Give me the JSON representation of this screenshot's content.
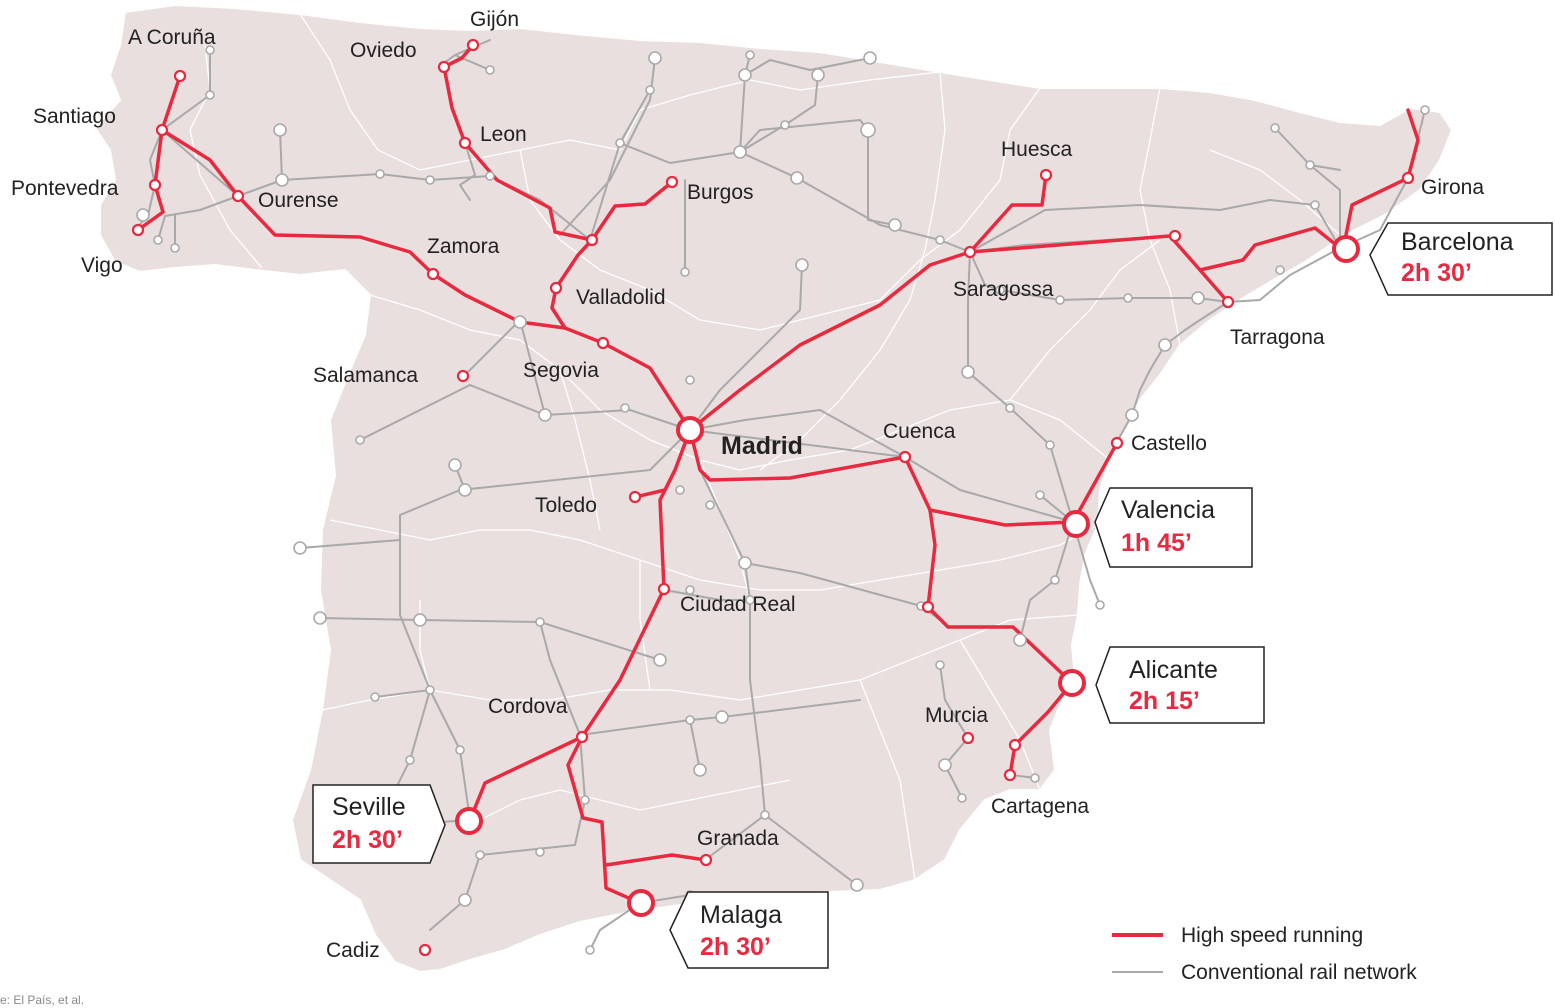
{
  "map": {
    "cities": {
      "a_coruna": "A Coruña",
      "gijon": "Gijón",
      "oviedo": "Oviedo",
      "santiago": "Santiago",
      "leon": "Leon",
      "pontevedra": "Pontevedra",
      "ourense": "Ourense",
      "vigo": "Vigo",
      "burgos": "Burgos",
      "zamora": "Zamora",
      "valladolid": "Valladolid",
      "huesca": "Huesca",
      "girona": "Girona",
      "saragossa": "Saragossa",
      "tarragona": "Tarragona",
      "salamanca": "Salamanca",
      "segovia": "Segovia",
      "madrid": "Madrid",
      "cuenca": "Cuenca",
      "castello": "Castello",
      "toledo": "Toledo",
      "ciudad_real": "Ciudad Real",
      "cordova": "Cordova",
      "murcia": "Murcia",
      "cartagena": "Cartagena",
      "granada": "Granada",
      "cadiz": "Cadiz"
    },
    "callouts": {
      "barcelona": {
        "city": "Barcelona",
        "time": "2h 30’"
      },
      "valencia": {
        "city": "Valencia",
        "time": "1h 45’"
      },
      "alicante": {
        "city": "Alicante",
        "time": "2h 15’"
      },
      "seville": {
        "city": "Seville",
        "time": "2h 30’"
      },
      "malaga": {
        "city": "Malaga",
        "time": "2h 30’"
      }
    },
    "legend": {
      "high_speed": "High speed running",
      "conventional": "Conventional rail network"
    },
    "source": "e: El País, et al."
  },
  "colors": {
    "land": "#e8dfde",
    "high_speed_line": "#e8293f",
    "conventional_line": "#a9a9a9",
    "text": "#222222"
  }
}
